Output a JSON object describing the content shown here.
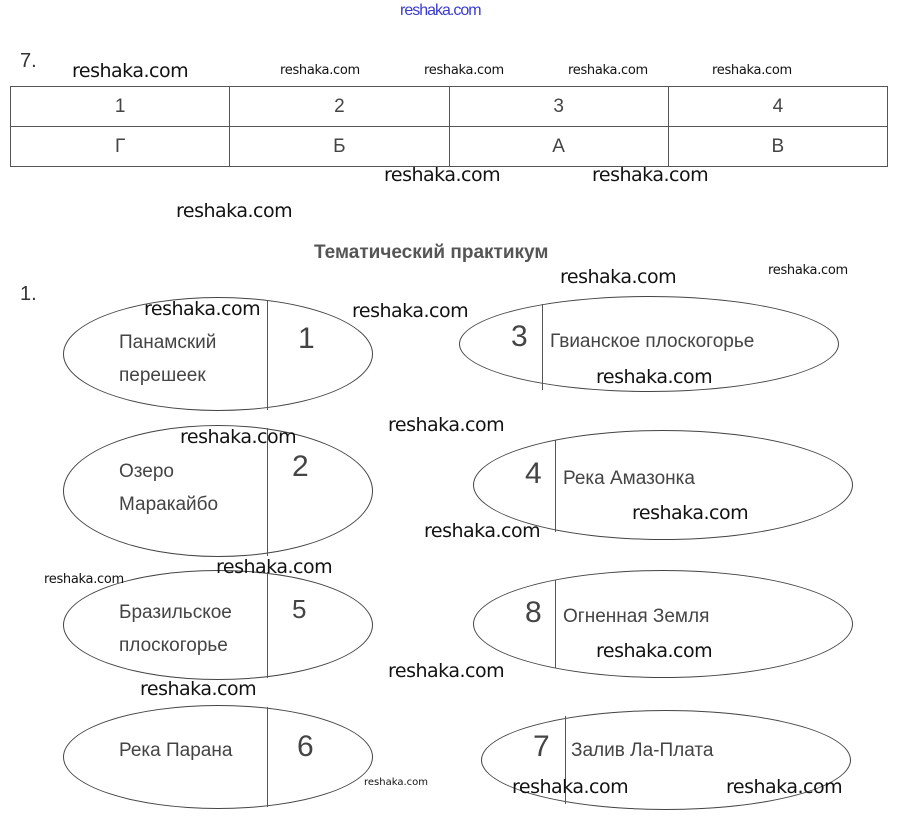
{
  "header_watermark": "reshaka.com",
  "task7": {
    "number": "7.",
    "table": {
      "headers": [
        "1",
        "2",
        "3",
        "4"
      ],
      "answers": [
        "Г",
        "Б",
        "А",
        "В"
      ]
    }
  },
  "section_title": "Тематический практикум",
  "task1": {
    "number": "1.",
    "items": [
      {
        "label_lines": [
          "Панамский",
          "перешеек"
        ],
        "num": "1"
      },
      {
        "label_lines": [
          "Озеро",
          "Маракайбо"
        ],
        "num": "2"
      },
      {
        "label_lines": [
          "Бразильское",
          "плоскогорье"
        ],
        "num": "5"
      },
      {
        "label_lines": [
          "Река Парана"
        ],
        "num": "6"
      },
      {
        "label_lines": [
          "Гвианское плоскогорье"
        ],
        "num": "3"
      },
      {
        "label_lines": [
          "Река Амазонка"
        ],
        "num": "4"
      },
      {
        "label_lines": [
          "Огненная Земля"
        ],
        "num": "8"
      },
      {
        "label_lines": [
          "Залив Ла-Плата"
        ],
        "num": "7"
      }
    ]
  },
  "watermark": "reshaka.com"
}
